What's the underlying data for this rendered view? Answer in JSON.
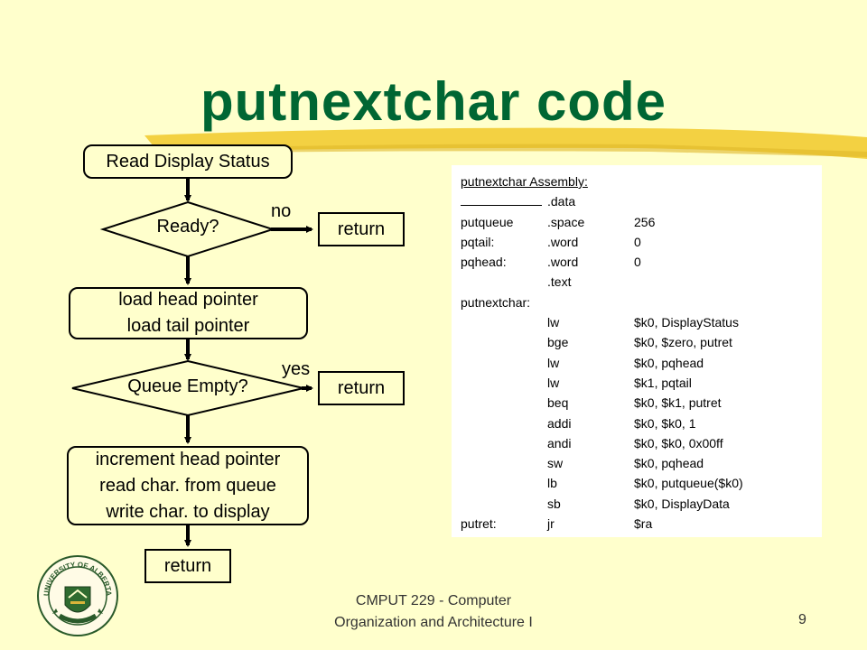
{
  "slide": {
    "title": "putnextchar code",
    "footer_line1": "CMPUT 229 - Computer",
    "footer_line2": "Organization and Architecture I",
    "page_number": "9",
    "logo_icon": "university-of-alberta-crest-icon",
    "logo_text": "UNIVERSITY OF ALBERTA"
  },
  "flowchart": {
    "read_status": "Read Display Status",
    "ready": "Ready?",
    "no": "no",
    "return1": "return",
    "load_line1": "load head pointer",
    "load_line2": "load tail pointer",
    "queue_empty": "Queue Empty?",
    "yes": "yes",
    "return2": "return",
    "process_line1": "increment head pointer",
    "process_line2": "read char. from queue",
    "process_line3": "write char. to display",
    "return3": "return"
  },
  "assembly": {
    "heading": "putnextchar Assembly:",
    "lines": [
      {
        "label": "",
        "op": ".data",
        "args": ""
      },
      {
        "label": "putqueue",
        "op": ".space",
        "args": "256"
      },
      {
        "label": "pqtail:",
        "op": ".word",
        "args": "0"
      },
      {
        "label": "pqhead:",
        "op": ".word",
        "args": "0"
      },
      {
        "label": "",
        "op": ".text",
        "args": ""
      },
      {
        "label": "putnextchar:",
        "op": "",
        "args": ""
      },
      {
        "label": "",
        "op": "lw",
        "args": "$k0, DisplayStatus"
      },
      {
        "label": "",
        "op": "bge",
        "args": "$k0, $zero, putret"
      },
      {
        "label": "",
        "op": "lw",
        "args": "$k0, pqhead"
      },
      {
        "label": "",
        "op": "lw",
        "args": "$k1, pqtail"
      },
      {
        "label": "",
        "op": "beq",
        "args": "$k0, $k1, putret"
      },
      {
        "label": "",
        "op": "addi",
        "args": "$k0, $k0, 1"
      },
      {
        "label": "",
        "op": "andi",
        "args": "$k0, $k0, 0x00ff"
      },
      {
        "label": "",
        "op": "sw",
        "args": "$k0, pqhead"
      },
      {
        "label": "",
        "op": "lb",
        "args": "$k0, putqueue($k0)"
      },
      {
        "label": "",
        "op": "sb",
        "args": "$k0, DisplayData"
      },
      {
        "label": "putret:",
        "op": "jr",
        "args": "$ra"
      }
    ]
  },
  "colors": {
    "background": "#ffffcc",
    "title": "#006633",
    "highlight_stroke": "#f2cc33"
  }
}
